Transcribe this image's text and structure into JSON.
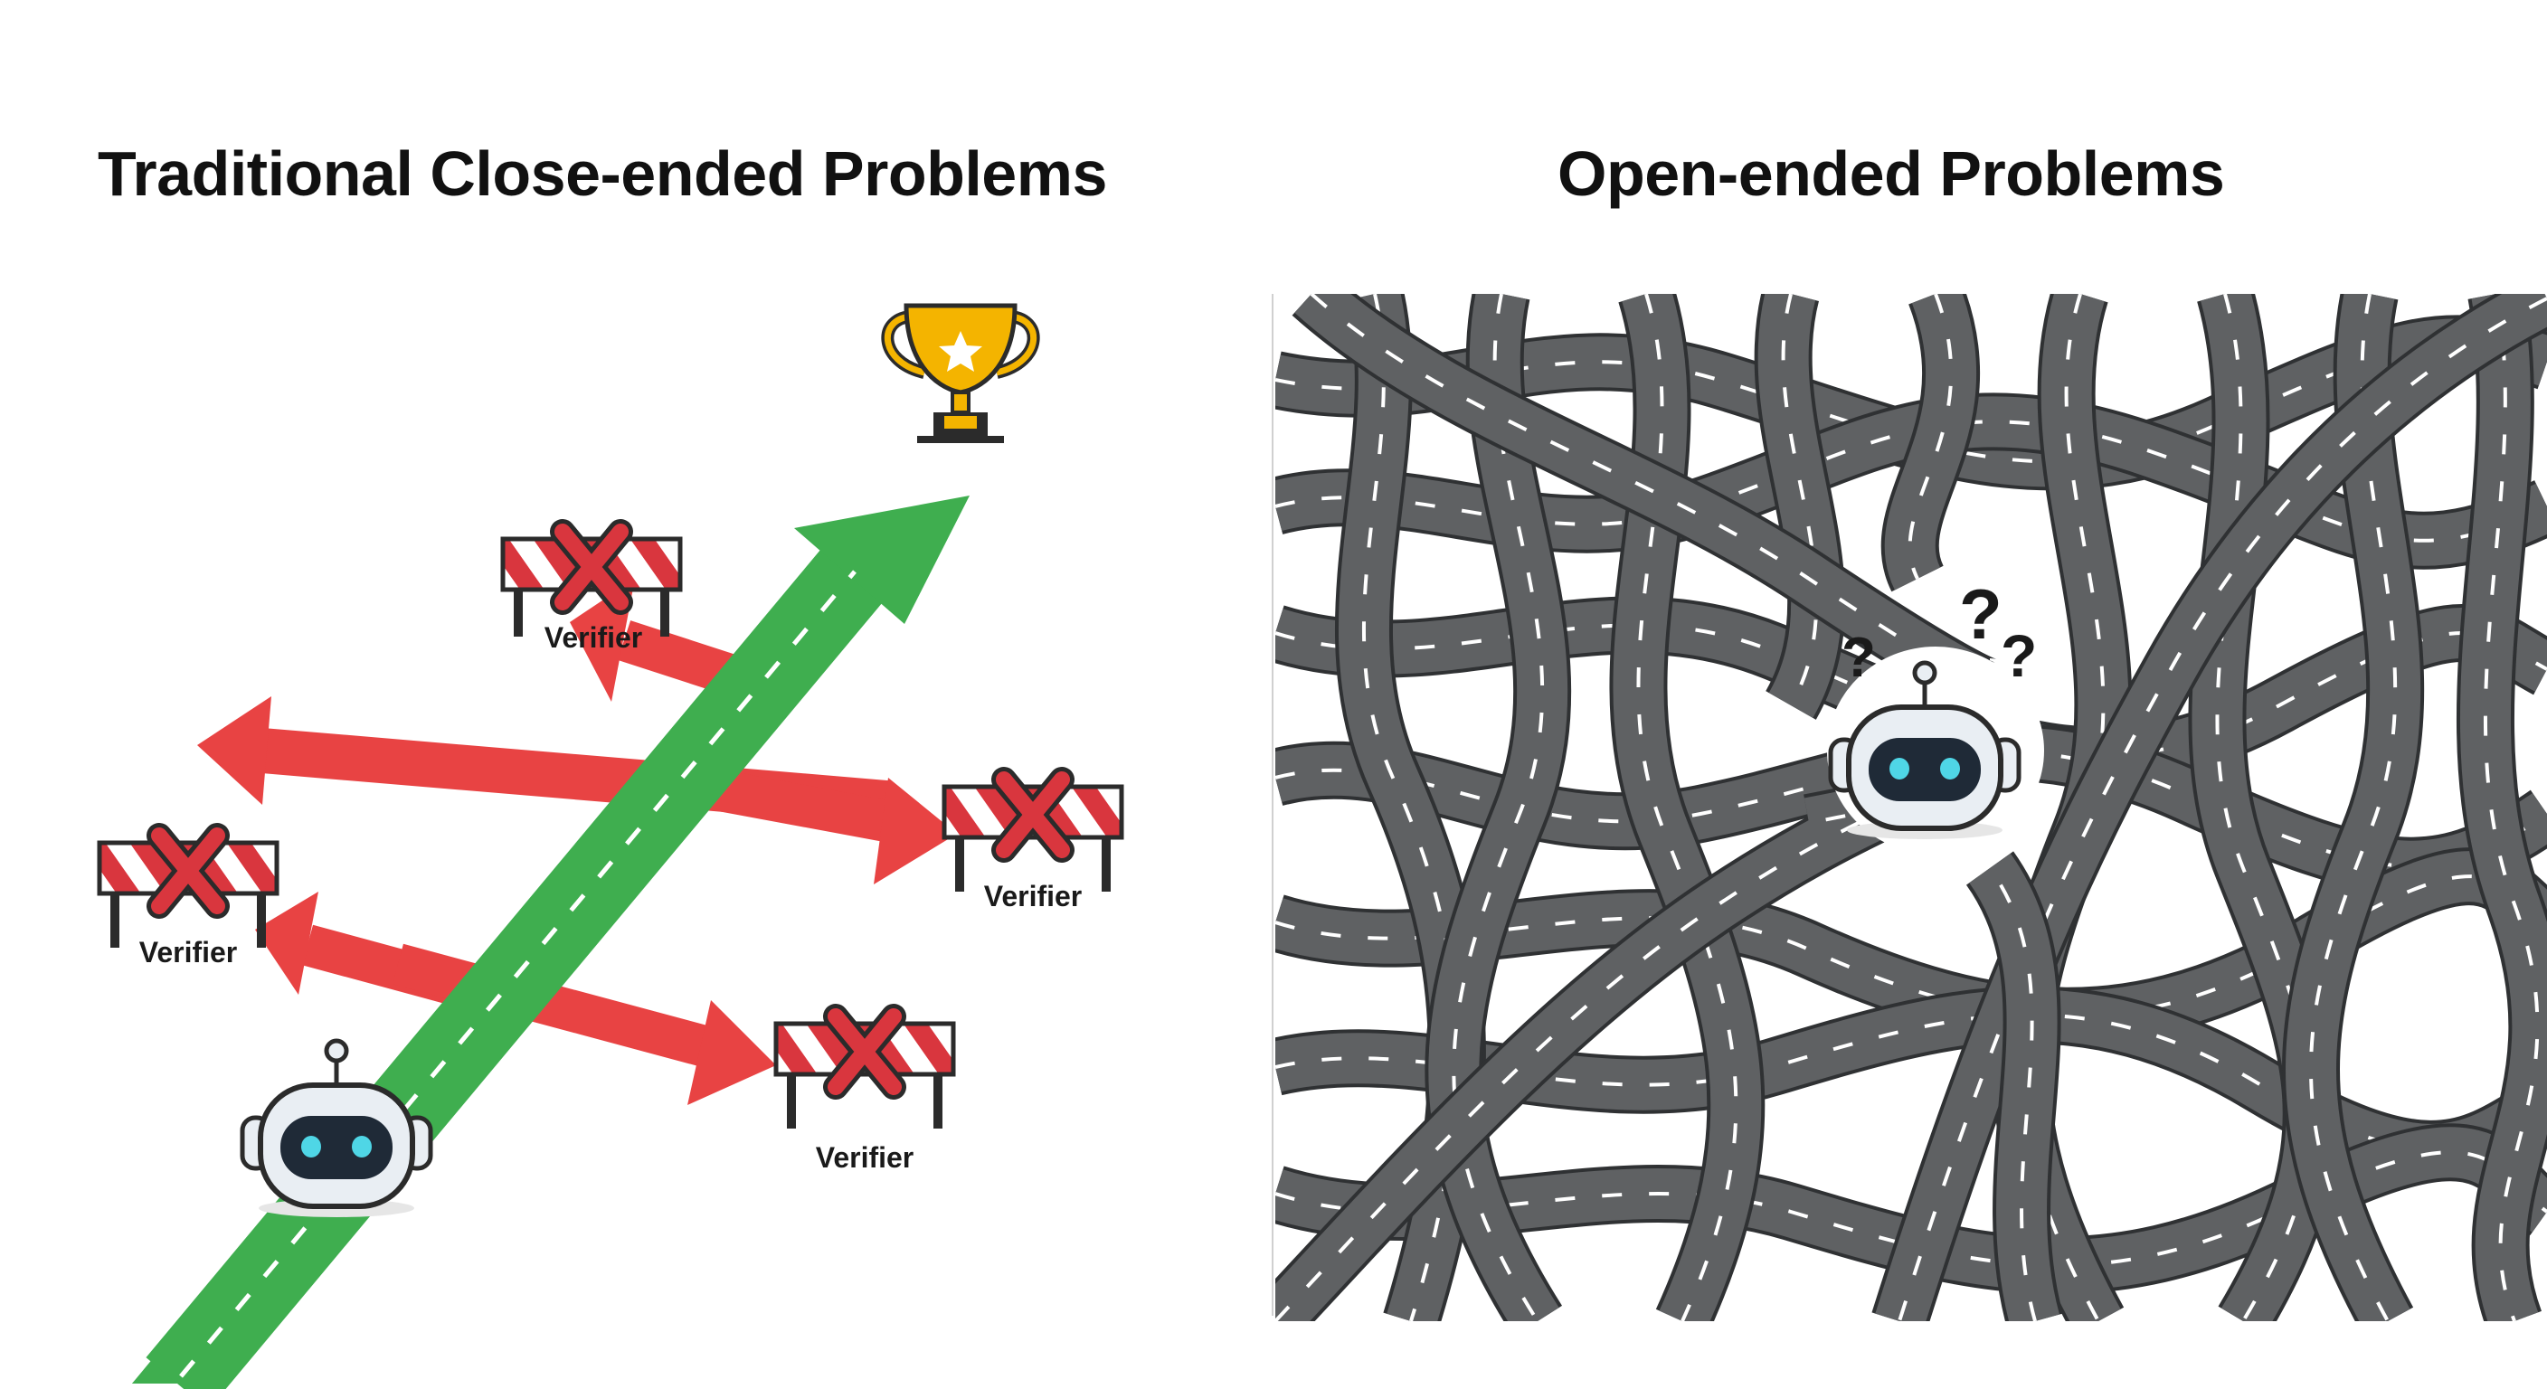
{
  "left_panel": {
    "title": "Traditional Close-ended Problems",
    "verifier_label": "Verifier"
  },
  "right_panel": {
    "title": "Open-ended Problems",
    "confusion_marks": "?"
  },
  "colors": {
    "success_arrow": "#3fae4f",
    "failure_arrow": "#e84343",
    "road": "#5f6163",
    "road_outline": "#2f3133",
    "trophy": "#f4b400",
    "barrier_red": "#d9363e",
    "robot_body": "#e9eef3",
    "robot_face": "#1f2a37",
    "robot_eyes": "#4fd6e6"
  }
}
